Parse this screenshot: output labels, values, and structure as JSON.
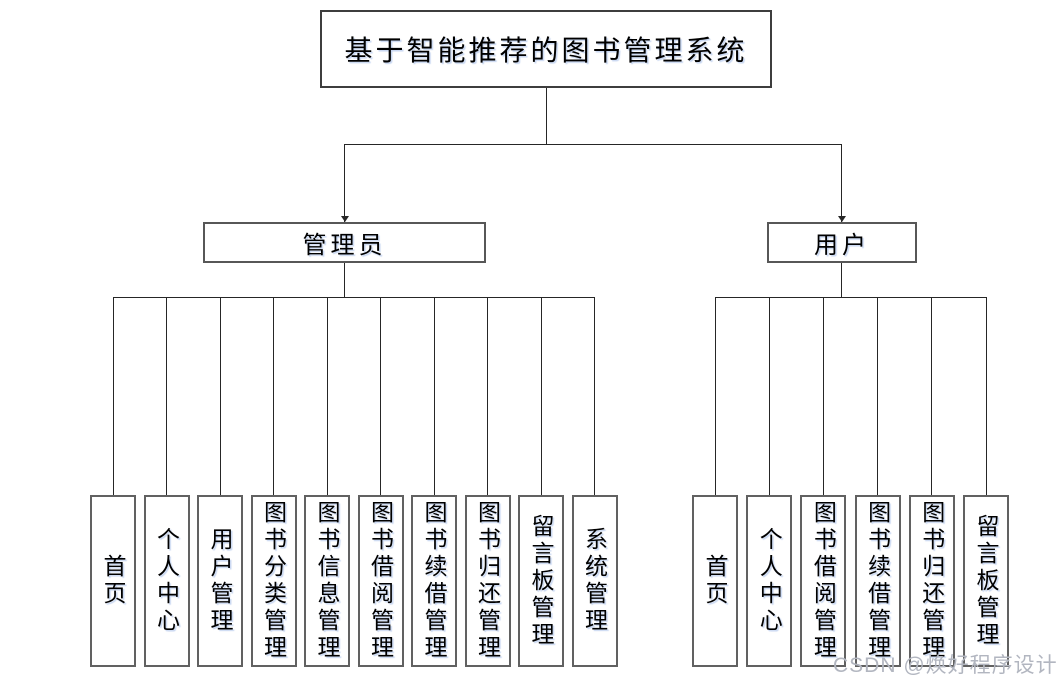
{
  "diagram": {
    "title": "基于智能推荐的图书管理系统",
    "branches": [
      {
        "label": "管理员",
        "children": [
          "首页",
          "个人中心",
          "用户管理",
          "图书分类管理",
          "图书信息管理",
          "图书借阅管理",
          "图书续借管理",
          "图书归还管理",
          "留言板管理",
          "系统管理"
        ]
      },
      {
        "label": "用户",
        "children": [
          "首页",
          "个人中心",
          "图书借阅管理",
          "图书续借管理",
          "图书归还管理",
          "留言板管理"
        ]
      }
    ]
  },
  "watermark": "CSDN @焕好程序设计",
  "colors": {
    "line": "#262626",
    "border": "#575757",
    "text": "#000000",
    "background": "#ffffff",
    "watermark": "#b2b6c0"
  }
}
